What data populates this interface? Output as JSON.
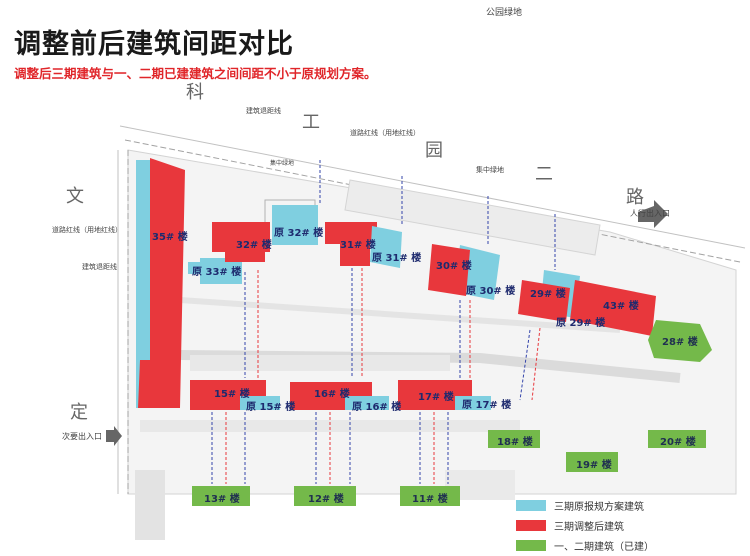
{
  "title": "调整前后建筑间距对比",
  "subtitle": "调整后三期建筑与一、二期已建建筑之间间距不小于原规划方案。",
  "roads": {
    "park_green": "公园绿地",
    "road_top": [
      "科",
      "工",
      "园",
      "二",
      "路"
    ],
    "road_left": [
      "文",
      "定"
    ],
    "building_setback": "建筑退距线",
    "road_red_line": "道路红线（用地红线）",
    "road_red_line_left": "道路红线（用地红线）",
    "setback_left": "建筑退距线",
    "central_green": "集中绿地",
    "central_green_small": "集中绿地",
    "entrance_main": "人行出入口",
    "entrance_secondary": "次要出入口"
  },
  "buildings": {
    "b35": "35# 楼",
    "b32": "32# 楼",
    "b32o": "原 32# 楼",
    "b31": "31# 楼",
    "b31o": "原 31# 楼",
    "b33o": "原 33# 楼",
    "b30": "30# 楼",
    "b30o": "原 30# 楼",
    "b29": "29# 楼",
    "b29o": "原 29# 楼",
    "b43": "43# 楼",
    "b28": "28# 楼",
    "b15": "15# 楼",
    "b15o": "原 15# 楼",
    "b16": "16# 楼",
    "b16o": "原 16# 楼",
    "b17": "17# 楼",
    "b17o": "原 17# 楼",
    "b18": "18# 楼",
    "b19": "19# 楼",
    "b20": "20# 楼",
    "b13": "13# 楼",
    "b12": "12# 楼",
    "b11": "11# 楼"
  },
  "legend": [
    {
      "label": "三期原报规方案建筑",
      "color": "#7fcfe0"
    },
    {
      "label": "三期调整后建筑",
      "color": "#e8373c"
    },
    {
      "label": "一、二期建筑（已建）",
      "color": "#74b94a"
    }
  ],
  "colors": {
    "orig": "#7fcfe0",
    "new": "#e8373c",
    "built": "#74b94a",
    "dim": "#3344aa"
  }
}
